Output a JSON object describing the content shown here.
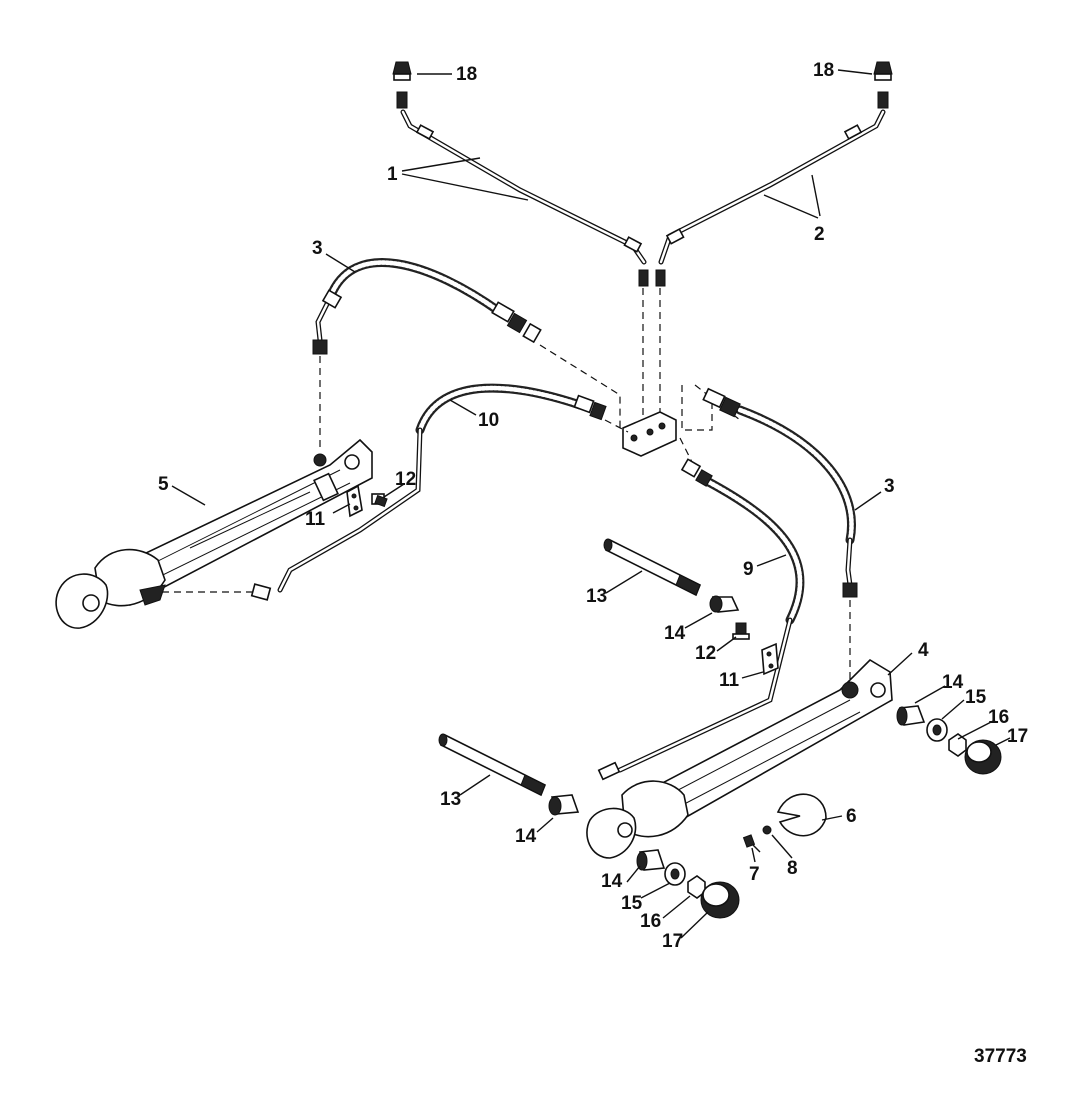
{
  "figure_number": "37773",
  "callouts": {
    "c1": "1",
    "c2": "2",
    "c3a": "3",
    "c3b": "3",
    "c4": "4",
    "c5": "5",
    "c6": "6",
    "c7": "7",
    "c8": "8",
    "c9": "9",
    "c10": "10",
    "c11a": "11",
    "c11b": "11",
    "c12a": "12",
    "c12b": "12",
    "c13a": "13",
    "c13b": "13",
    "c14a": "14",
    "c14b": "14",
    "c14c": "14",
    "c14d": "14",
    "c15a": "15",
    "c15b": "15",
    "c16a": "16",
    "c16b": "16",
    "c17a": "17",
    "c17b": "17",
    "c18a": "18",
    "c18b": "18"
  }
}
